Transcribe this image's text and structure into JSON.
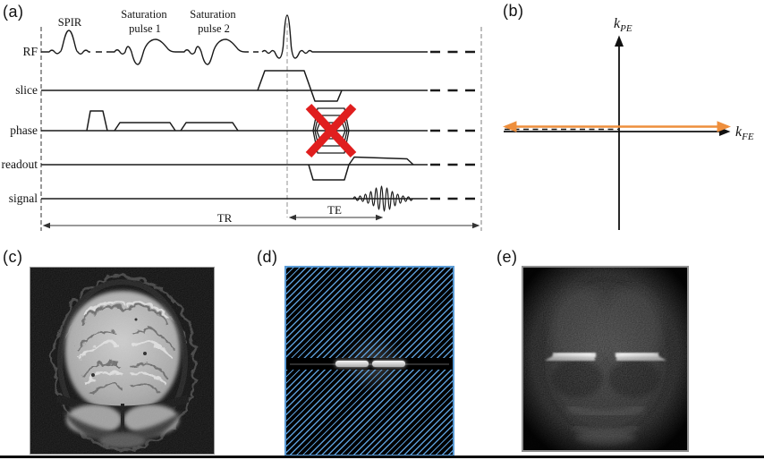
{
  "panels": {
    "a": {
      "label": "(a)",
      "row_labels": [
        "RF",
        "slice",
        "phase",
        "readout",
        "signal"
      ],
      "spir_label": "SPIR",
      "sat1": [
        "Saturation",
        "pulse 1"
      ],
      "sat2": [
        "Saturation",
        "pulse 2"
      ],
      "tr_label": "TR",
      "te_label": "TE"
    },
    "b": {
      "label": "(b)",
      "axis_y": {
        "base": "k",
        "sub": "PE"
      },
      "axis_x": {
        "base": "k",
        "sub": "FE"
      }
    },
    "c": {
      "label": "(c)"
    },
    "d": {
      "label": "(d)"
    },
    "e": {
      "label": "(e)"
    }
  },
  "colors": {
    "orange_arrow": "#ee8f3d",
    "hatch_blue": "#5b9bd5",
    "cross_red": "#e01e1e",
    "diagram_line": "#1a1a1a",
    "guide_gray": "#999999"
  }
}
